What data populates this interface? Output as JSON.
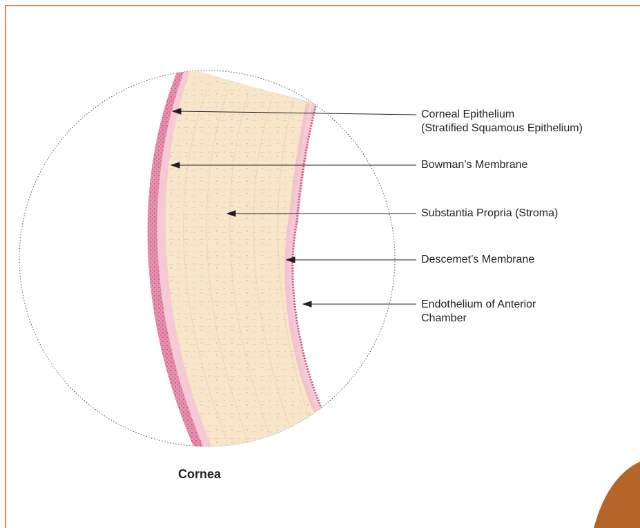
{
  "caption": "Cornea",
  "labels": [
    {
      "key": "corneal_epithelium",
      "lines": [
        "Corneal Epithelium",
        "(Stratified Squamous Epithelium)"
      ]
    },
    {
      "key": "bowmans_membrane",
      "lines": [
        "Bowman’s Membrane"
      ]
    },
    {
      "key": "substantia_propria",
      "lines": [
        "Substantia Propria (Stroma)"
      ]
    },
    {
      "key": "descemets_membrane",
      "lines": [
        "Descemet’s Membrane"
      ]
    },
    {
      "key": "endothelium",
      "lines": [
        "Endothelium of Anterior",
        "Chamber"
      ]
    }
  ],
  "colors": {
    "frame_border": "#b8662a",
    "corner_accent": "#b5652a",
    "stroma": "#f8e6c9",
    "epithelium": "#e58fae",
    "epithelium_dark": "#c8547a",
    "bowman": "#f5c9d6",
    "descemet": "#f2c3d0",
    "endothelium": "#c85a86",
    "leader_line": "#231f20",
    "field_circle": "#444444"
  }
}
